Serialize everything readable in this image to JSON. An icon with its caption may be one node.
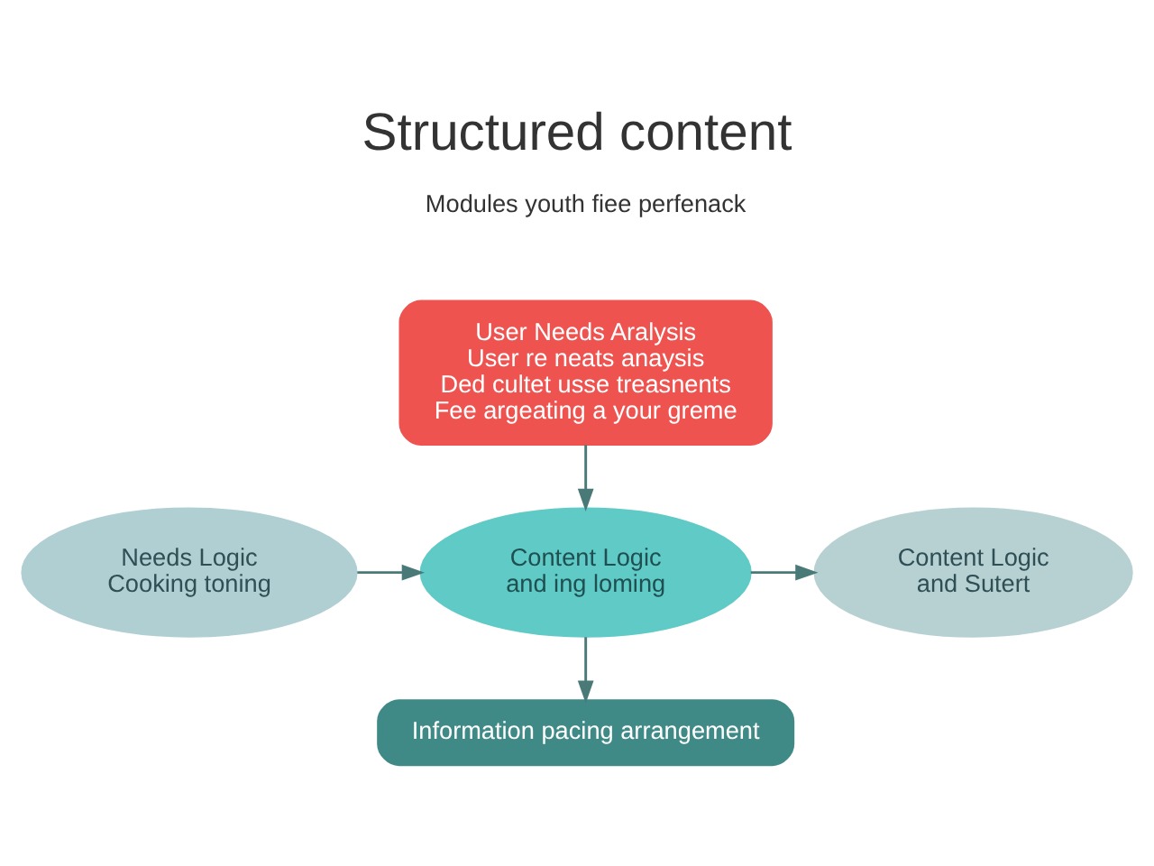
{
  "diagram": {
    "title": "Structured content",
    "nodes": [
      {
        "text": [
          "User Needs Aralysis",
          "User re neats anaysis",
          "Ded cultet usse treasnents",
          "Fee argeating a your greme"
        ]
      },
      {
        "text": [
          "Needs Logic",
          "Cooking toning"
        ]
      },
      {
        "text": [
          "Content Logic",
          "and ing loming"
        ]
      },
      {
        "text": [
          "Content Logic",
          "and Sutert"
        ]
      },
      {
        "text": [
          "Information pacing arrangement"
        ]
      }
    ],
    "edges": [
      {
        "from": 0,
        "to": 2,
        "arrow": "to"
      },
      {
        "from": 1,
        "to": 2,
        "arrow": "to"
      },
      {
        "from": 2,
        "to": 3,
        "arrow": "to"
      },
      {
        "from": 2,
        "to": 4,
        "arrow": "to"
      }
    ],
    "labels": [
      "Modules youth fiee perfenack"
    ]
  }
}
